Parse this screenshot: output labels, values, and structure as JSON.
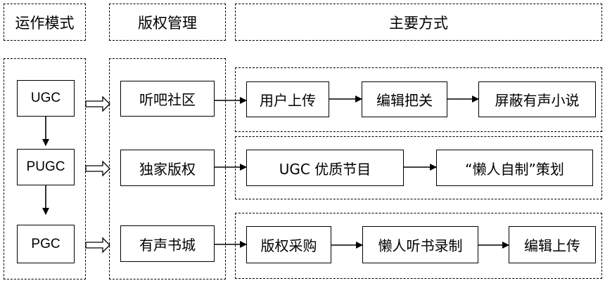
{
  "headers": {
    "mode": "运作模式",
    "copyright": "版权管理",
    "method": "主要方式"
  },
  "modes": {
    "ugc": "UGC",
    "pugc": "PUGC",
    "pgc": "PGC"
  },
  "channels": {
    "community": "听吧社区",
    "exclusive": "独家版权",
    "bookstore": "有声书城"
  },
  "row1": [
    "用户上传",
    "编辑把关",
    "屏蔽有声小说"
  ],
  "row2": [
    "UGC 优质节目",
    "“懒人自制”策划"
  ],
  "row3": [
    "版权采购",
    "懒人听书录制",
    "编辑上传"
  ]
}
